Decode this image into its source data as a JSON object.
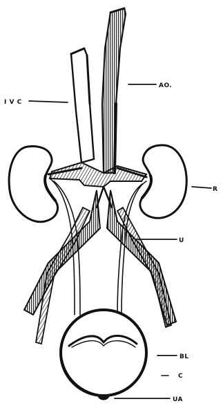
{
  "labels": {
    "ivc": "I V C",
    "ao": "AO.",
    "r": "R",
    "u": "U",
    "bl": "BL",
    "c": "C",
    "ua": "UA"
  },
  "colors": {
    "ink": "#111111",
    "paper": "#ffffff"
  }
}
